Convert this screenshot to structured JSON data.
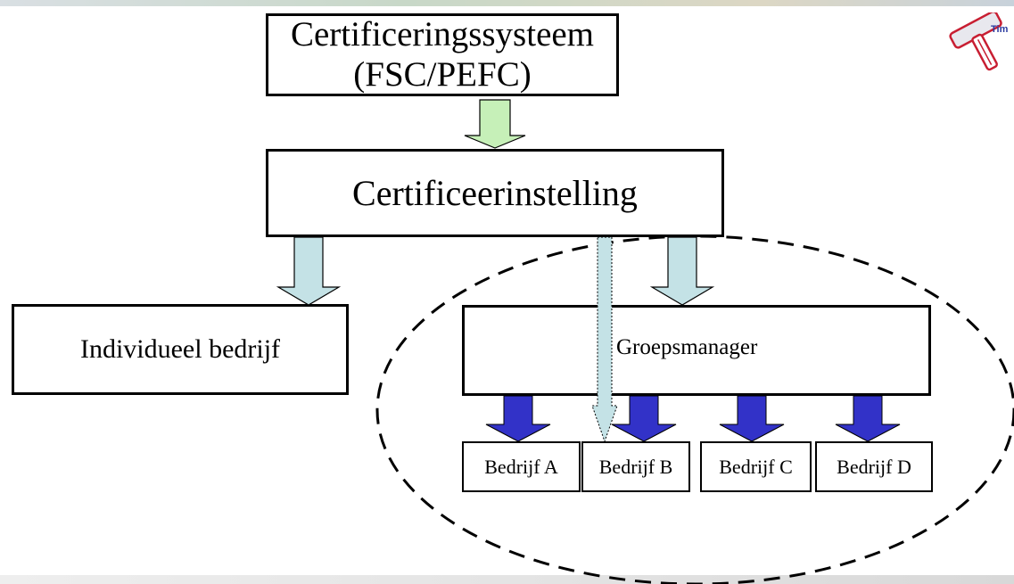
{
  "boxes": {
    "certification_system": {
      "line1": "Certificeringssysteem",
      "line2": "(FSC/PEFC)"
    },
    "certification_body": "Certificeerinstelling",
    "individual_company": "Individueel bedrijf",
    "group_manager": "Groepsmanager",
    "companies": [
      "Bedrijf A",
      "Bedrijf B",
      "Bedrijf C",
      "Bedrijf D"
    ]
  },
  "logo": {
    "text": "Tim"
  },
  "colors": {
    "green_arrow": "#c6f0b8",
    "light_blue_arrow": "#c4e2e6",
    "dark_blue_arrow": "#3232c8"
  }
}
